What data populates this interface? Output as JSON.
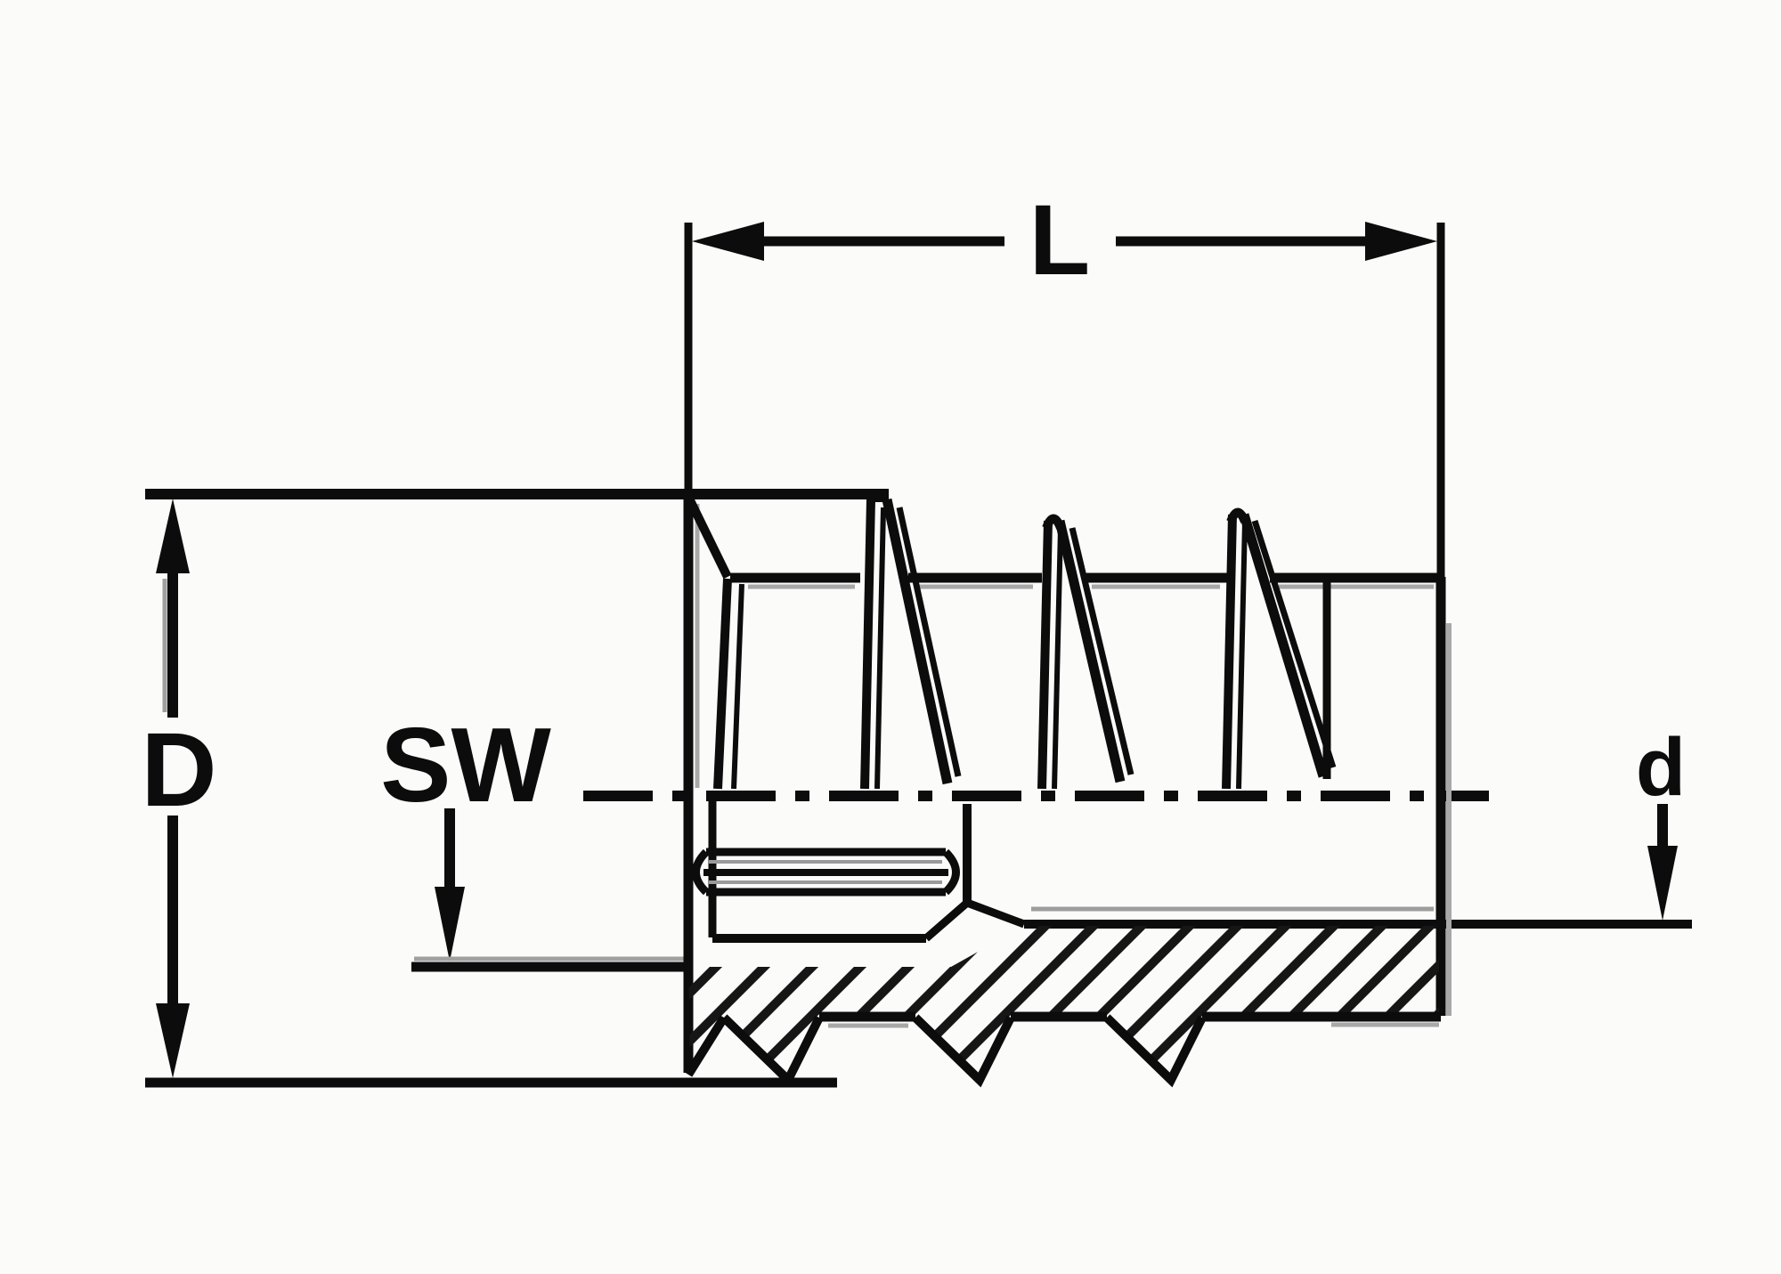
{
  "page": {
    "background_color": "#fbfbfa"
  },
  "drawing": {
    "type": "technical-dimension-drawing",
    "subject": "Threaded screw-in insert, side cross-section",
    "ink_color": "#0c0c0c",
    "shadow_color": "#a0a0a0",
    "labels": {
      "length": "L",
      "outer_diameter": "D",
      "wrench_size": "SW",
      "inner_diameter": "d"
    },
    "dimension_callouts": [
      {
        "symbol": "L",
        "placement": "top",
        "style": "horizontal double-arrow between extension lines"
      },
      {
        "symbol": "D",
        "placement": "left",
        "style": "vertical double-arrow between extension lines"
      },
      {
        "symbol": "SW",
        "placement": "center",
        "style": "leader arrow pointing down to socket flat"
      },
      {
        "symbol": "d",
        "placement": "right",
        "style": "leader arrow pointing down to bore line"
      }
    ]
  }
}
